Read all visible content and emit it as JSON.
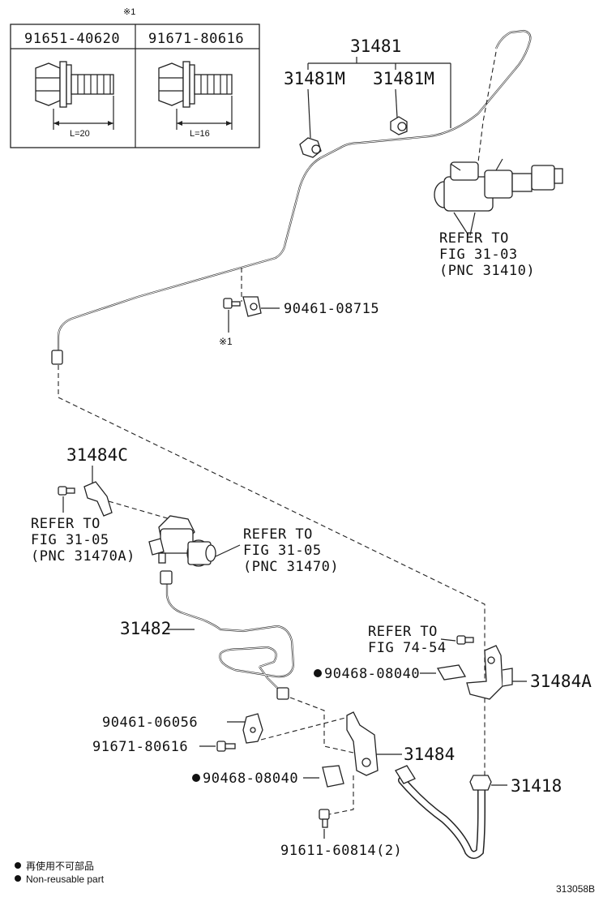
{
  "bolt_table": {
    "note_mark": "※1",
    "col1": {
      "part_no": "91651-40620",
      "length": "L=20"
    },
    "col2": {
      "part_no": "91671-80616",
      "length": "L=16"
    }
  },
  "labels": {
    "p31481": "31481",
    "p31481m_a": "31481M",
    "p31481m_b": "31481M",
    "refer_master": [
      "REFER TO",
      "FIG 31-03",
      "(PNC 31410)"
    ],
    "p90461_08715": "90461-08715",
    "mark1": "※1",
    "p31484c": "31484C",
    "refer_release": [
      "REFER TO",
      "FIG 31-05",
      "(PNC 31470A)"
    ],
    "refer_slave": [
      "REFER TO",
      "FIG 31-05",
      "(PNC 31470)"
    ],
    "p31482": "31482",
    "refer_fig74": [
      "REFER TO",
      "FIG 74-54"
    ],
    "p90468_08040_top": "90468-08040",
    "p31484a": "31484A",
    "p90461_06056": "90461-06056",
    "p91671_80616": "91671-80616",
    "p31484": "31484",
    "p90468_08040_bot": "90468-08040",
    "p31418": "31418",
    "p91611_60814": "91611-60814(2)"
  },
  "legend": {
    "jp": "再使用不可部品",
    "en": "Non-reusable part"
  },
  "figure_id": "313058B"
}
